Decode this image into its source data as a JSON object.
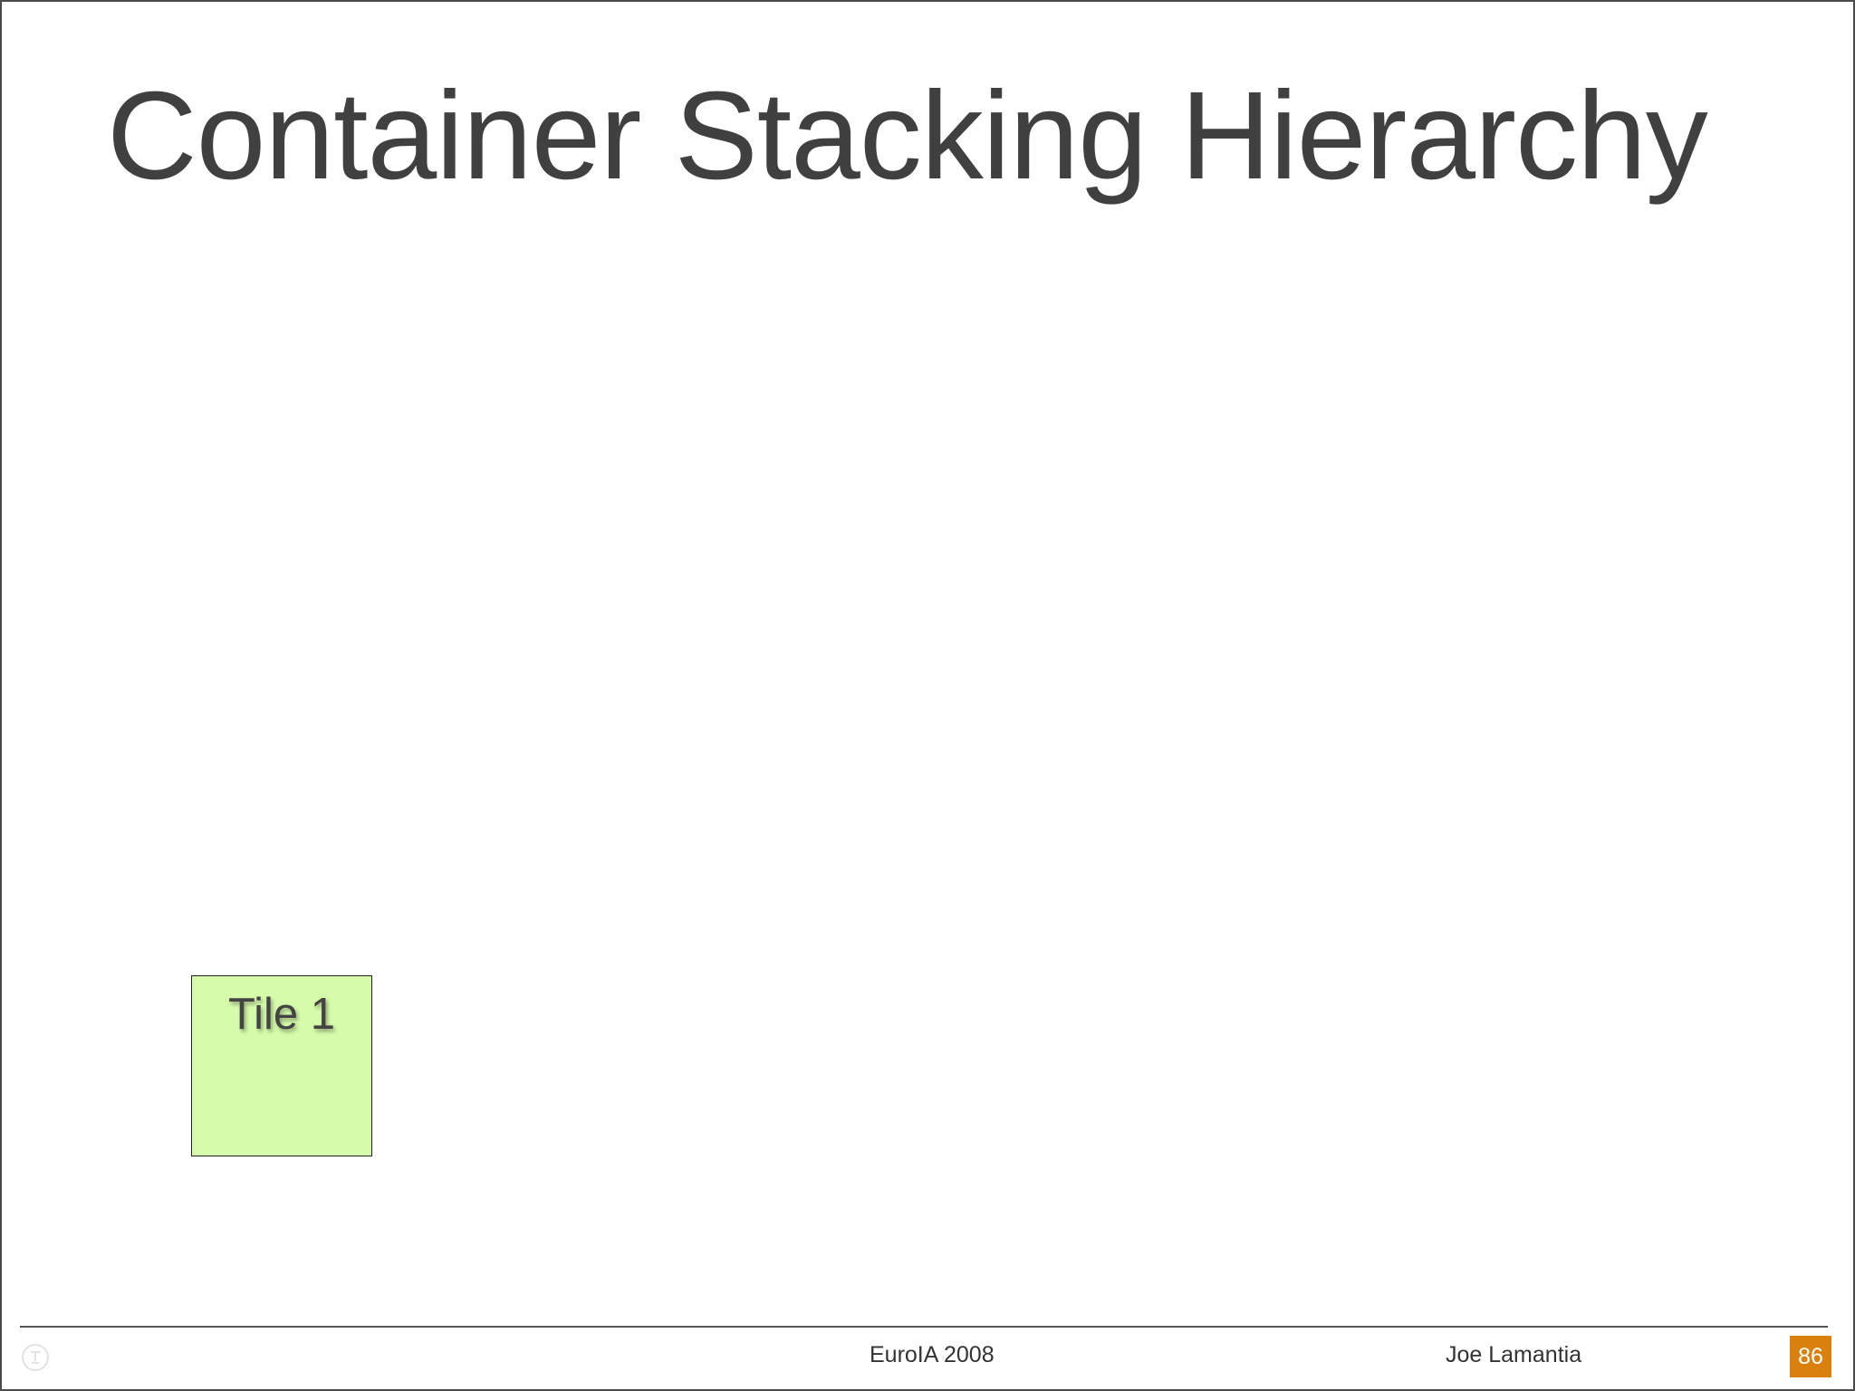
{
  "slide": {
    "title": "Container Stacking Hierarchy"
  },
  "tile": {
    "label": "Tile 1",
    "color": "#d6fcab"
  },
  "footer": {
    "event": "EuroIA 2008",
    "author": "Joe Lamantia",
    "page_number": "86",
    "page_badge_color": "#d9800f",
    "logo_icon": "cc-logo-icon"
  }
}
